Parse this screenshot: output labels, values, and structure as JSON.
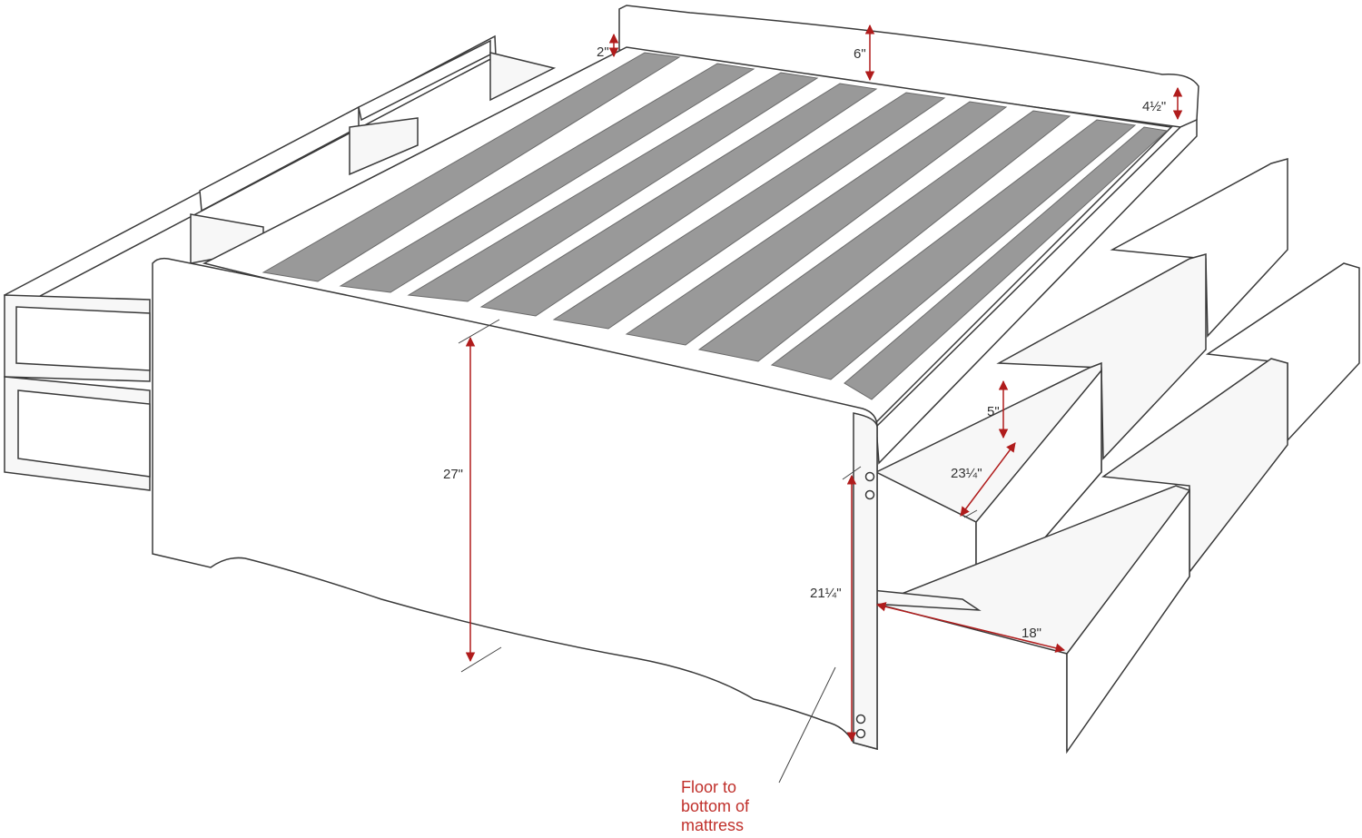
{
  "colors": {
    "outline": "#3a3a3a",
    "panel": "#ffffff",
    "drawer_inner": "#f5f5f5",
    "slat": "#999999",
    "dimension": "#b01c1c",
    "label": "#333333"
  },
  "dimensions": {
    "headboard_top": "2\"",
    "headboard_height": "6\"",
    "side_rail": "4½\"",
    "drawer_depth": "5\"",
    "drawer_length": "23¼\"",
    "drawer_width": "18\"",
    "footboard_height": "27\"",
    "mattress_height": "21¼\""
  },
  "caption": {
    "line1": "Floor to",
    "line2": "bottom of",
    "line3": "mattress"
  }
}
